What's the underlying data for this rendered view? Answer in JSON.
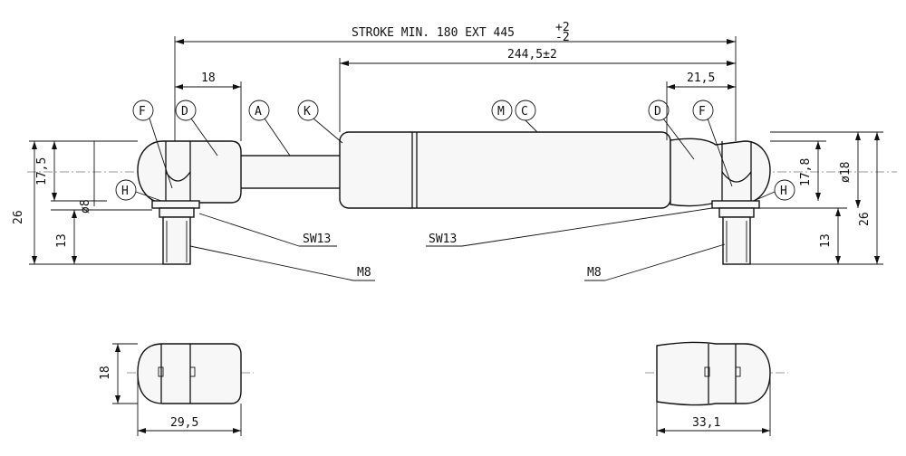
{
  "dimensions": {
    "stroke": "STROKE MIN. 180 EXT 445",
    "stroke_tol_plus": "+2",
    "stroke_tol_minus": "-2",
    "body_length": "244,5±2",
    "left_eye_offset": "18",
    "right_eye_offset": "21,5",
    "left_height_eye": "17,5",
    "left_height_total": "26",
    "left_height_thread": "13",
    "left_bore": "ø8",
    "right_height_eye": "17,8",
    "right_diameter": "ø18",
    "right_height_total": "26",
    "right_height_thread": "13",
    "bottom_left_height": "18",
    "bottom_left_width": "29,5",
    "bottom_right_width": "33,1"
  },
  "callouts": {
    "f": "F",
    "d": "D",
    "a": "A",
    "k": "K",
    "m": "M",
    "c": "C",
    "h": "H"
  },
  "leaders": {
    "sw_left": "SW13",
    "sw_right": "SW13",
    "m8_left": "M8",
    "m8_right": "M8"
  }
}
